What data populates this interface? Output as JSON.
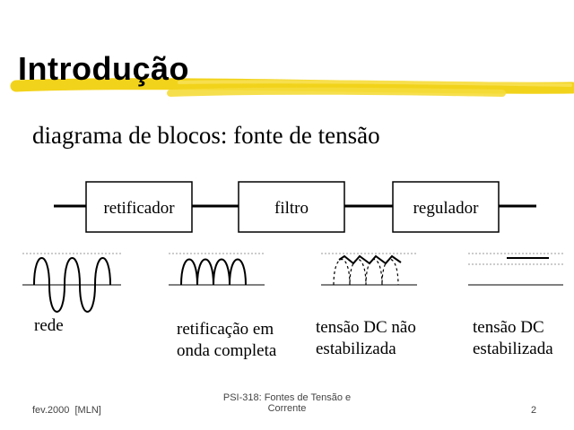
{
  "slide": {
    "title": "Introdução",
    "subtitle": "diagrama de blocos: fonte de tensão",
    "highlight_color": "#f2d31b"
  },
  "blocks": [
    {
      "label": "retificador"
    },
    {
      "label": "filtro"
    },
    {
      "label": "regulador"
    }
  ],
  "waveforms": [
    {
      "kind": "sine",
      "caption": "rede"
    },
    {
      "kind": "full-wave-rectified",
      "caption": "retificação em\nonda completa"
    },
    {
      "kind": "filtered-ripple",
      "caption": "tensão DC não\nestabilizada"
    },
    {
      "kind": "dc-flat",
      "caption": "tensão DC\nestabilizada"
    }
  ],
  "footer": {
    "left": "fev.2000  [MLN]",
    "center": "PSI-318: Fontes de Tensão e\nCorrente",
    "page": "2"
  }
}
